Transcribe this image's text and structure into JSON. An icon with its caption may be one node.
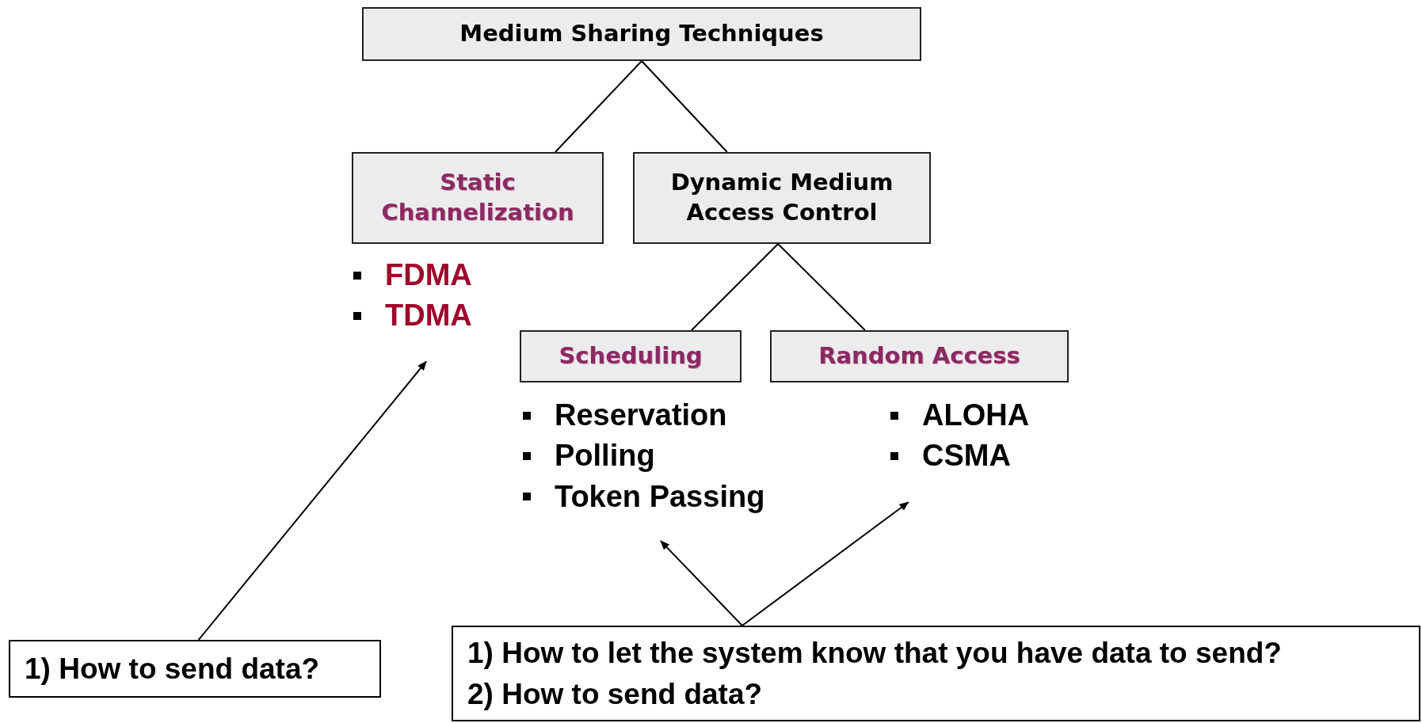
{
  "diagram": {
    "nodes": [
      {
        "text": [
          "Medium Sharing Techniques"
        ]
      },
      {
        "text": [
          "Static Channelization"
        ]
      },
      {
        "text": [
          "Dynamic Medium Access Control"
        ]
      },
      {
        "text": [
          "Scheduling"
        ]
      },
      {
        "text": [
          "Random Access"
        ]
      },
      {
        "text": [
          "FDMA",
          "TDMA"
        ]
      },
      {
        "text": [
          "Reservation",
          "Polling",
          "Token Passing"
        ]
      },
      {
        "text": [
          "ALOHA",
          "CSMA"
        ]
      },
      {
        "text": [
          "1) How to send data?"
        ]
      },
      {
        "text": [
          "1) How to let the system know that you have data to send?",
          "2) How to send data?"
        ]
      }
    ],
    "edges": [
      {
        "from": 0,
        "to": 1,
        "arrow": "none"
      },
      {
        "from": 0,
        "to": 2,
        "arrow": "none"
      },
      {
        "from": 2,
        "to": 3,
        "arrow": "none"
      },
      {
        "from": 2,
        "to": 4,
        "arrow": "none"
      },
      {
        "from": 8,
        "to": 5,
        "arrow": "to"
      },
      {
        "from": 9,
        "to": 6,
        "arrow": "to"
      },
      {
        "from": 9,
        "to": 7,
        "arrow": "to"
      }
    ]
  }
}
